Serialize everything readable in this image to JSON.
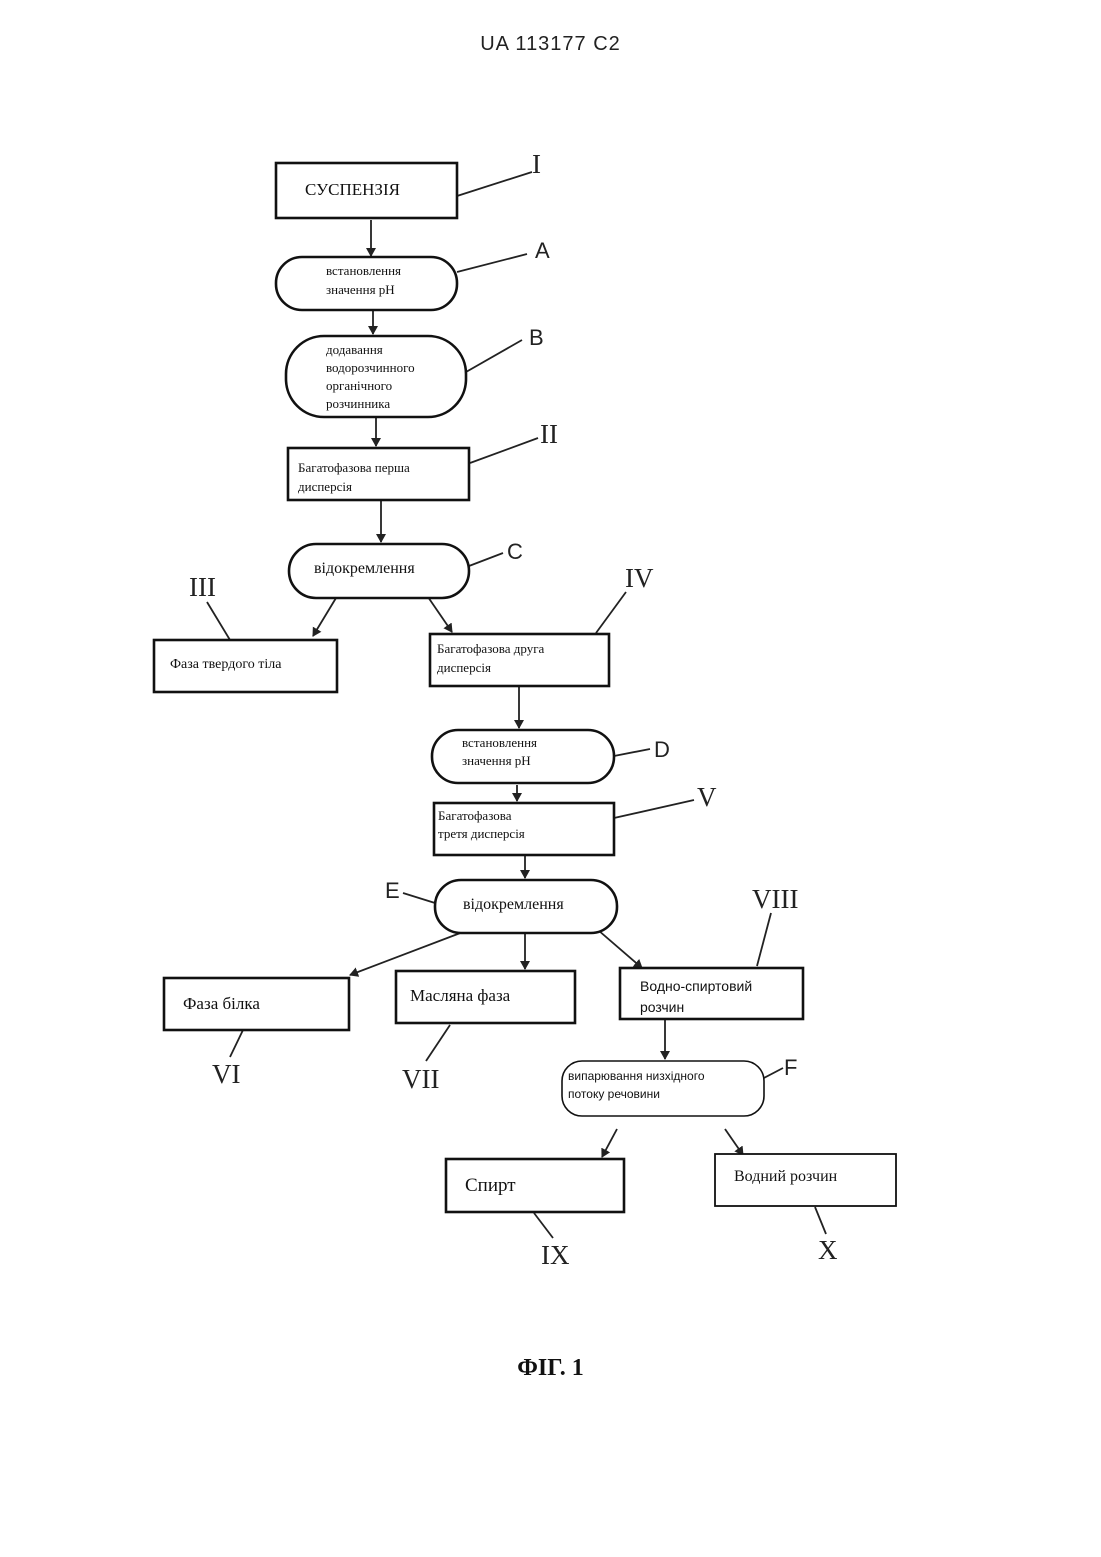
{
  "header": "UA   113177   C2",
  "figure_caption": "ФІГ. 1",
  "nodes": {
    "suspension": "СУСПЕНЗІЯ",
    "ph_a_1": "встановлення",
    "ph_a_2": "значення pH",
    "add_1": "додавання",
    "add_2": "водорозчинного",
    "add_3": "органічного",
    "add_4": "розчинника",
    "disp1_1": "Багатофазова перша",
    "disp1_2": "дисперсія",
    "sep_c": "відокремлення",
    "solid": "Фаза твердого тіла",
    "disp2_1": "Багатофазова друга",
    "disp2_2": "дисперсія",
    "ph_d_1": "встановлення",
    "ph_d_2": "значення pH",
    "disp3_1": "Багатофазова",
    "disp3_2": "третя дисперсія",
    "sep_e": "відокремлення",
    "protein": "Фаза білка",
    "oil": "Масляна фаза",
    "hydro_1": "Водно-спиртовий",
    "hydro_2": "розчин",
    "evap_1": "випарювання низхідного",
    "evap_2": "потоку речовини",
    "alcohol": "Спирт",
    "water": "Водний розчин"
  },
  "labels": {
    "I": "I",
    "A": "A",
    "B": "B",
    "II": "II",
    "C": "C",
    "III": "III",
    "IV": "IV",
    "D": "D",
    "V": "V",
    "E": "E",
    "VIII": "VIII",
    "VI": "VI",
    "VII": "VII",
    "F": "F",
    "IX": "IX",
    "X": "X"
  }
}
